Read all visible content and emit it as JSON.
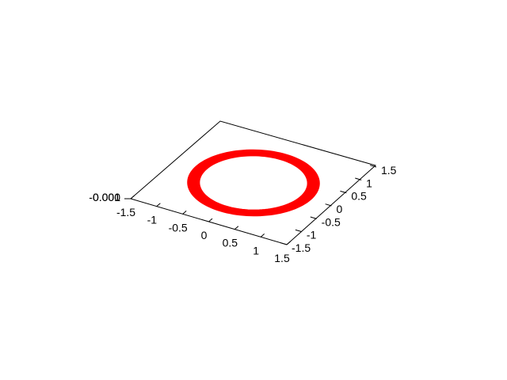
{
  "chart_data": {
    "type": "surface3d",
    "title": "",
    "view": "3d-perspective",
    "x_axis": {
      "range": [
        -1.5,
        1.5
      ],
      "ticks": [
        -1.5,
        -1,
        -0.5,
        0,
        0.5,
        1,
        1.5
      ],
      "tick_labels": [
        "-1.5",
        "-1",
        "-0.5",
        "0",
        "0.5",
        "1",
        "1.5"
      ]
    },
    "y_axis": {
      "range": [
        -1.5,
        1.5
      ],
      "ticks": [
        -1.5,
        -1,
        -0.5,
        0,
        0.5,
        1,
        1.5
      ],
      "tick_labels": [
        "-1.5",
        "-1",
        "-0.5",
        "0",
        "0.5",
        "1",
        "1.5"
      ]
    },
    "z_axis": {
      "tick_labels_overlapping": [
        "-0.001",
        "0",
        "0.001"
      ]
    },
    "series": [
      {
        "shape": "annulus",
        "z": 0,
        "inner_radius": 0.9,
        "outer_radius": 1.1,
        "color": "#ff0000"
      }
    ],
    "grid": false,
    "legend": "none"
  }
}
